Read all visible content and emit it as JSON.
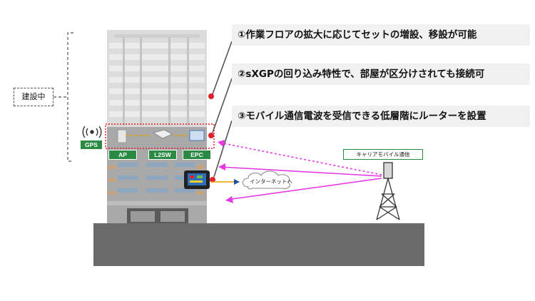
{
  "side_label": "建設中",
  "callouts": [
    "①作業フロアの拡大に応じてセットの増設、移設が可能",
    "②sXGPの回り込み特性で、部屋が区分けされても接続可",
    "③モバイル通信電波を受信できる低層階にルーターを設置"
  ],
  "devices": {
    "gps": "GPS",
    "ap": "AP",
    "l2sw": "L2SW",
    "epc": "EPC",
    "internet": "インターネットへ",
    "carrier": "キャリアモバイル通信"
  },
  "colors": {
    "accent_red": "#e0212b",
    "label_green": "#2a8a44",
    "arrow_magenta": "#e639e6",
    "ground": "#6b6b6b",
    "building": "#bdbdbd"
  }
}
